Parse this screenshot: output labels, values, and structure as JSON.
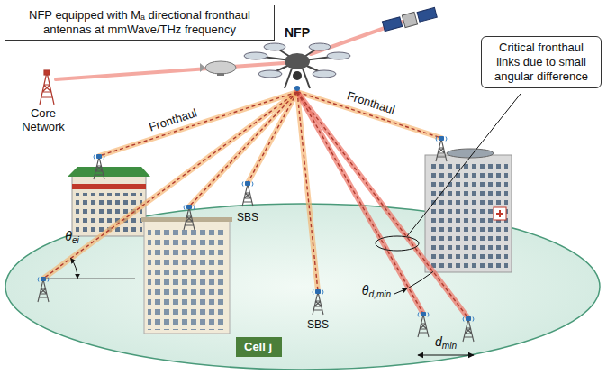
{
  "diagram": {
    "nodes": [
      {
        "text": [
          "NFP equipped with Mₐ directional fronthaul antennas at mmWave/THz frequency"
        ]
      },
      {
        "text": [
          "Critical fronthaul links due to small angular difference"
        ]
      },
      {
        "text": [
          "Cell j"
        ]
      }
    ],
    "labels": [
      "NFP",
      "Core Network",
      "Fronthaul",
      "Fronthaul",
      "SBS",
      "SBS",
      "θei",
      "θd,min",
      "dmin"
    ]
  }
}
